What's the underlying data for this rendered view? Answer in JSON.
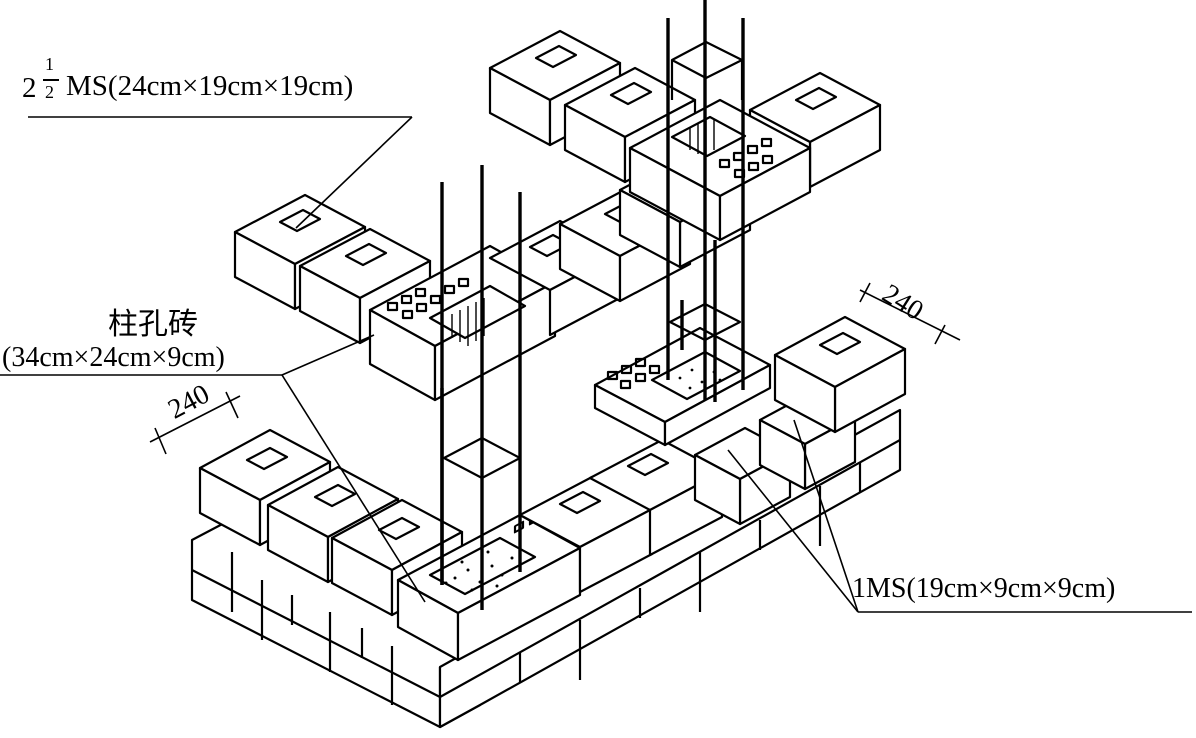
{
  "labels": {
    "top": {
      "integer": "2",
      "numerator": "1",
      "denominator": "2",
      "text": "MS(24cm×19cm×19cm)"
    },
    "column_brick_name": "柱孔砖",
    "column_brick_dims": "(34cm×24cm×9cm)",
    "bottom": "1MS(19cm×9cm×9cm)",
    "dim_left": "240",
    "dim_right": "240"
  },
  "colors": {
    "line": "#000000",
    "fill": "#ffffff"
  }
}
